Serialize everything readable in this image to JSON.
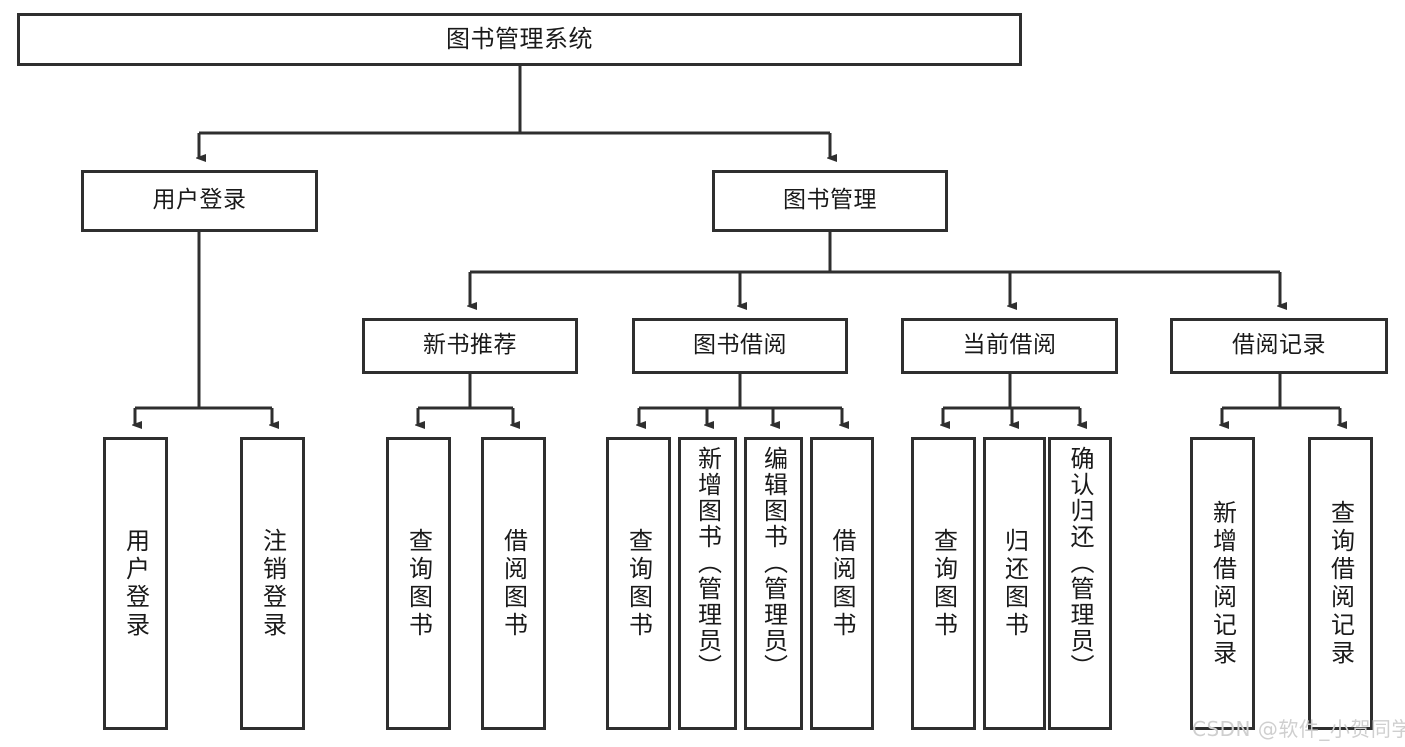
{
  "diagram": {
    "title": "图书管理系统",
    "type": "hierarchy-tree",
    "levels": {
      "root": {
        "label": "图书管理系统"
      },
      "level2": [
        {
          "label": "用户登录"
        },
        {
          "label": "图书管理"
        }
      ],
      "level3": [
        {
          "label": "新书推荐"
        },
        {
          "label": "图书借阅"
        },
        {
          "label": "当前借阅"
        },
        {
          "label": "借阅记录"
        }
      ],
      "leaves": {
        "user_login": [
          {
            "label": "用户登录"
          },
          {
            "label": "注销登录"
          }
        ],
        "new_book_recommend": [
          {
            "label": "查询图书"
          },
          {
            "label": "借阅图书"
          }
        ],
        "book_borrow": [
          {
            "label": "查询图书"
          },
          {
            "label": "新增图书（管理员）"
          },
          {
            "label": "编辑图书（管理员）"
          },
          {
            "label": "借阅图书"
          }
        ],
        "current_borrow": [
          {
            "label": "查询图书"
          },
          {
            "label": "归还图书"
          },
          {
            "label": "确认归还（管理员）"
          }
        ],
        "borrow_record": [
          {
            "label": "新增借阅记录"
          },
          {
            "label": "查询借阅记录"
          }
        ]
      }
    },
    "colors": {
      "stroke": "#2f2f2f",
      "fill": "#ffffff",
      "text": "#1a1a1a",
      "watermark": "#cfcfcf"
    }
  },
  "watermark": {
    "text": "CSDN @软件_小贺同学"
  }
}
